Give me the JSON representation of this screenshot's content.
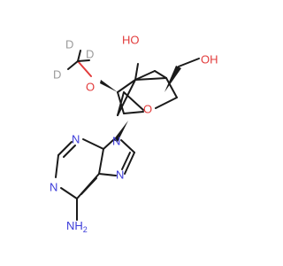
{
  "molecule": {
    "atoms": {
      "o_ring": "O",
      "o_3": "HO",
      "o_5": "OH",
      "o_methoxy": "O",
      "d_1": "D",
      "d_2": "D",
      "d_3": "D",
      "n_9": "N",
      "n_7": "N",
      "n_3": "N",
      "n_1": "N",
      "n_amino": "NH",
      "n_amino_h": "2"
    }
  },
  "colors": {
    "bond": "#1a1a1a",
    "oxygen": "#e23b3b",
    "nitrogen": "#3b3bd9",
    "deuterium": "#9a9a9a"
  }
}
